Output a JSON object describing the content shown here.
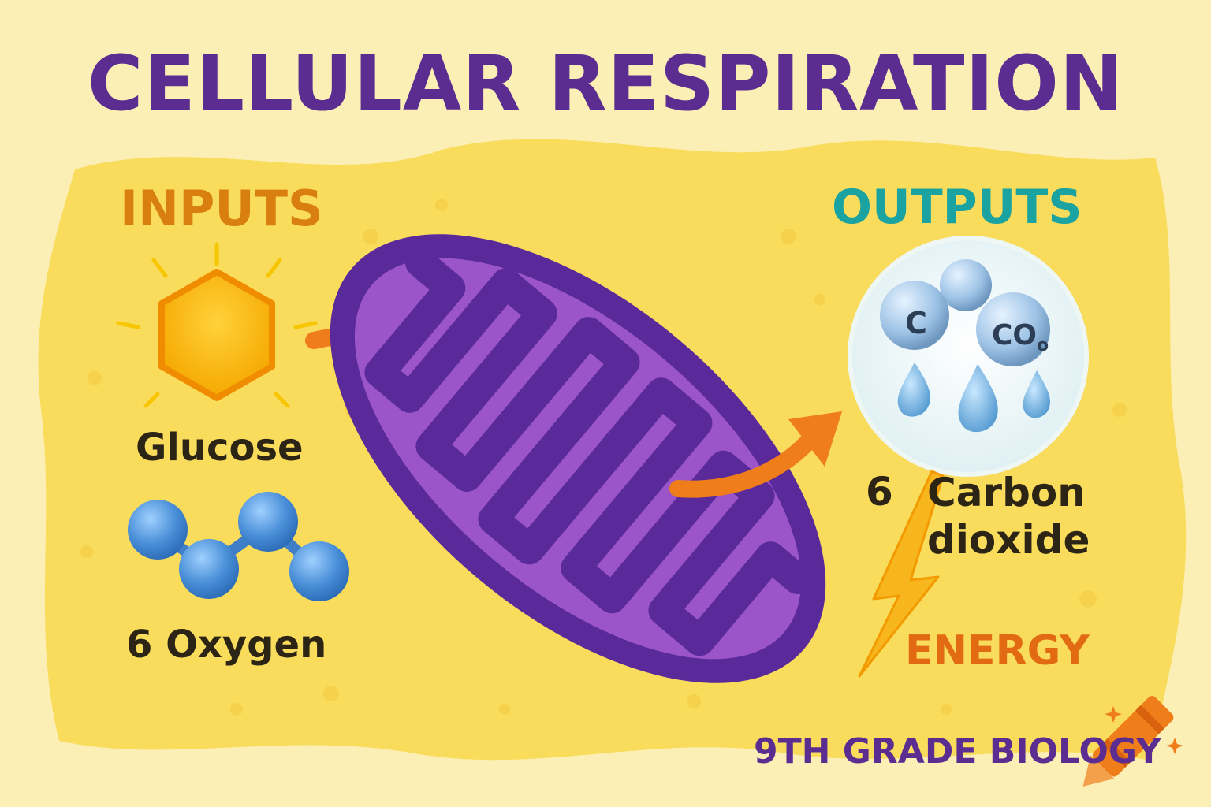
{
  "title": "CELLULAR RESPIRATION",
  "inputs": {
    "heading": "INPUTS",
    "glucose_label": "Glucose",
    "oxygen_label": "6 Oxygen"
  },
  "outputs": {
    "heading": "OUTPUTS",
    "molecule_c": "C",
    "molecule_co": "CO",
    "molecule_co_sub": "o",
    "carbon_dioxide_count": "6",
    "carbon_dioxide_label": "Carbon dioxide",
    "energy_label": "ENERGY"
  },
  "footer": "9TH GRADE BIOLOGY",
  "colors": {
    "background": "#fbefb6",
    "cell": "#f9dc5c",
    "title": "#5b2d91",
    "mitochondrion": "#5a2a9a",
    "inner_membrane": "#9b55c9",
    "arrow": "#ef7d1a",
    "glucose": "#f7b500",
    "oxygen": "#4a8fd8",
    "energy": "#e26a12",
    "outputs_heading": "#1aa3a0"
  },
  "icons": [
    "glucose-hexagon-icon",
    "oxygen-molecule-icon",
    "mitochondrion-icon",
    "co2-water-bubble-icon",
    "lightning-bolt-icon",
    "crayon-icon"
  ]
}
